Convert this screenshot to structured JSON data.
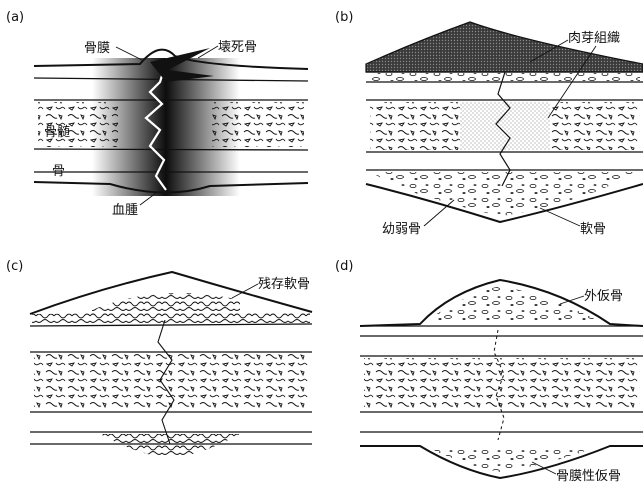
{
  "panels": [
    {
      "id": "a",
      "panel_label": "(a)",
      "labels": {
        "periosteum": "骨膜",
        "necrotic_bone": "壊死骨",
        "marrow": "骨髄",
        "bone": "骨",
        "hematoma": "血腫"
      }
    },
    {
      "id": "b",
      "panel_label": "(b)",
      "labels": {
        "granulation_tissue": "肉芽組織",
        "woven_bone": "幼弱骨",
        "cartilage": "軟骨"
      }
    },
    {
      "id": "c",
      "panel_label": "(c)",
      "labels": {
        "residual_cartilage": "残存軟骨"
      }
    },
    {
      "id": "d",
      "panel_label": "(d)",
      "labels": {
        "external_callus": "外仮骨",
        "periosteal_callus": "骨膜性仮骨"
      }
    }
  ]
}
